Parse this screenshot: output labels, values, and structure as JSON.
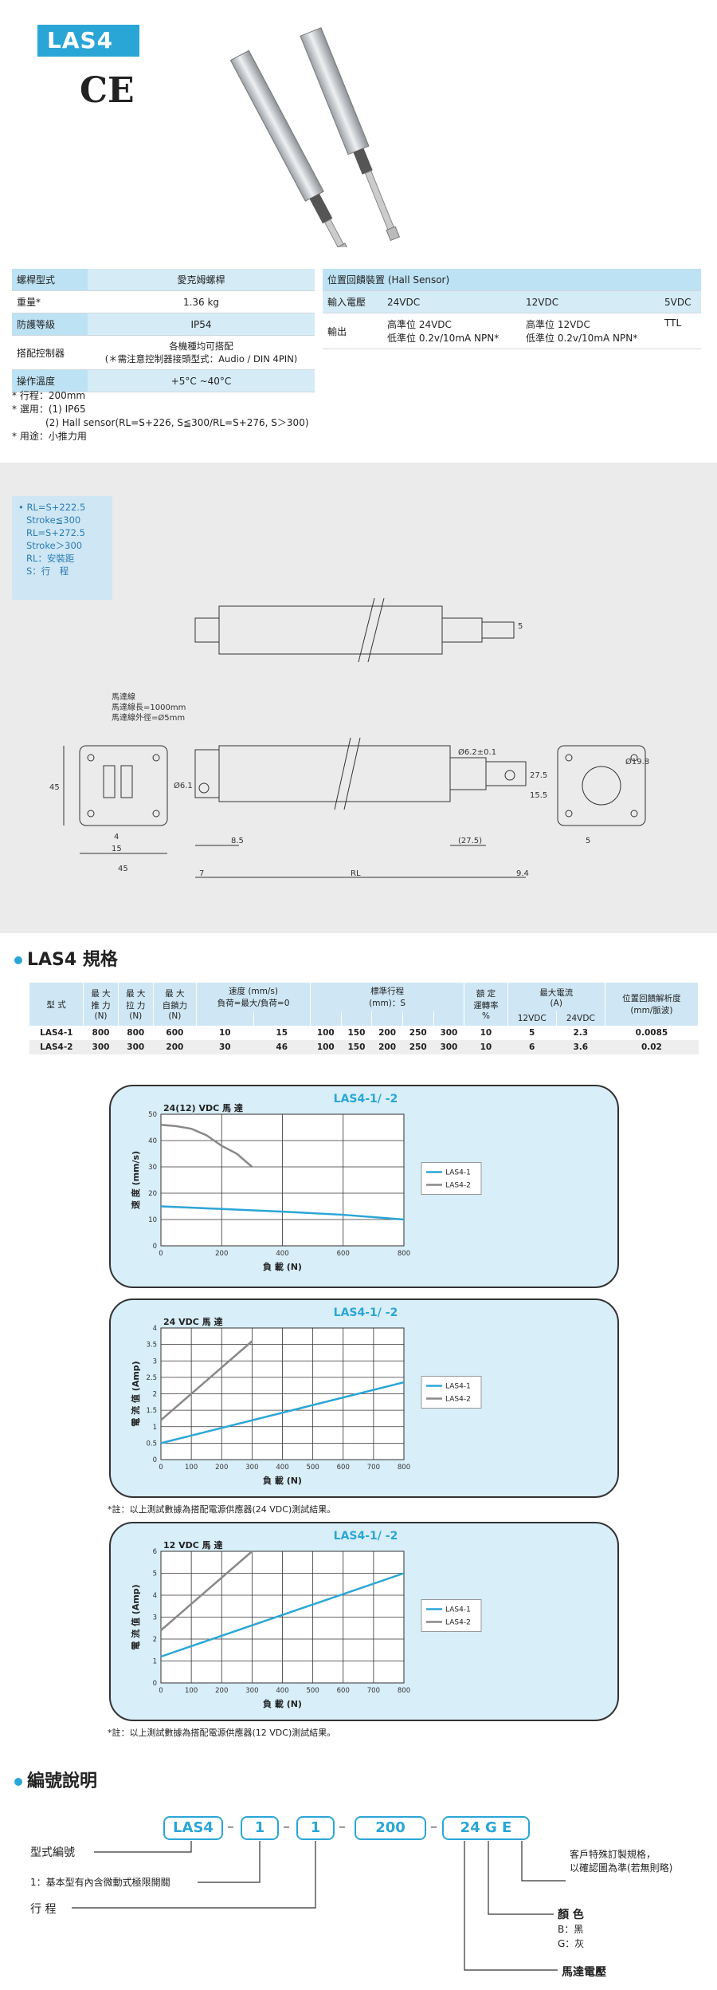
{
  "header": {
    "model": "LAS4",
    "cert": "CE"
  },
  "spec_left": {
    "rows": [
      {
        "label": "螺桿型式",
        "value": "愛克姆螺桿"
      },
      {
        "label": "重量*",
        "value": "1.36 kg"
      },
      {
        "label": "防護等級",
        "value": "IP54"
      },
      {
        "label": "搭配控制器",
        "value": "各機種均可搭配",
        "value2": "(＊需注意控制器接頭型式：Audio / DIN 4PIN)"
      },
      {
        "label": "操作溫度",
        "value": "+5°C ~40°C"
      }
    ]
  },
  "spec_right": {
    "title": "位置回饋裝置 (Hall Sensor)",
    "input_label": "輸入電壓",
    "inputs": [
      "24VDC",
      "12VDC",
      "5VDC"
    ],
    "output_label": "輸出",
    "outputs": [
      {
        "l1": "高準位 24VDC",
        "l2": "低準位 0.2v/10mA NPN*"
      },
      {
        "l1": "高準位 12VDC",
        "l2": "低準位 0.2v/10mA NPN*"
      },
      {
        "l1": "TTL",
        "l2": ""
      }
    ]
  },
  "notes": {
    "n1": "* 行程：200mm",
    "n2": "* 選用：(1) IP65",
    "n3": "(2) Hall sensor(RL=S+226, S≦300/RL=S+276, S＞300)",
    "n4": "* 用途：小推力用"
  },
  "drawing": {
    "note_lines": [
      "• RL=S+222.5",
      "Stroke≦300",
      "RL=S+272.5",
      "Stroke＞300",
      "RL：安裝距",
      "S：行　程"
    ],
    "motor_labels": [
      "馬達線",
      "馬達線長=1000mm",
      "馬達線外徑=Ø5mm"
    ],
    "dims": {
      "d5": "5",
      "d45": "45",
      "d4": "4",
      "d15": "15",
      "d45b": "45",
      "d61": "Ø6.1",
      "d85": "8.5",
      "d7": "7",
      "rl": "RL",
      "d62": "Ø6.2±0.1",
      "d275": "27.5",
      "d155": "15.5",
      "d275b": "(27.5)",
      "d94": "9.4",
      "d198": "Ø19.8",
      "d5b": "5"
    }
  },
  "spec_section": {
    "title": "LAS4 規格",
    "headers": {
      "type": "型 式",
      "push": "最 大\n推 力\n(N)",
      "pull": "最 大\n拉 力\n(N)",
      "lock": "最 大\n自鎖力\n(N)",
      "speed": "速度 (mm/s)",
      "speed_sub": "負荷=最大/負荷=0",
      "stroke": "標準行程",
      "stroke_unit": "(mm)：S",
      "duty": "額 定\n運轉率\n%",
      "current": "最大電流",
      "current_unit": "(A)",
      "c12": "12VDC",
      "c24": "24VDC",
      "res": "位置回饋解析度",
      "res_unit": "(mm/脈波)"
    },
    "rows": [
      {
        "type": "LAS4-1",
        "push": "800",
        "pull": "800",
        "lock": "600",
        "s1": "10",
        "s2": "15",
        "strokes": [
          "100",
          "150",
          "200",
          "250",
          "300"
        ],
        "duty": "10",
        "c12": "5",
        "c24": "2.3",
        "res": "0.0085"
      },
      {
        "type": "LAS4-2",
        "push": "300",
        "pull": "300",
        "lock": "200",
        "s1": "30",
        "s2": "46",
        "strokes": [
          "100",
          "150",
          "200",
          "250",
          "300"
        ],
        "duty": "10",
        "c12": "6",
        "c24": "3.6",
        "res": "0.02"
      }
    ]
  },
  "chart_data": [
    {
      "type": "line",
      "title": "LAS4-1/ -2",
      "subtitle": "24(12) VDC 馬 達",
      "xlabel": "負 載 (N)",
      "ylabel": "速 度 (mm/s)",
      "xlim": [
        0,
        800
      ],
      "ylim": [
        0,
        50
      ],
      "xticks": [
        0,
        200,
        400,
        600,
        800
      ],
      "yticks": [
        0,
        10,
        20,
        30,
        40,
        50
      ],
      "legend_position": "right",
      "series": [
        {
          "name": "LAS4-1",
          "color": "#2aa6d6",
          "x": [
            0,
            200,
            400,
            600,
            800
          ],
          "y": [
            15,
            14,
            13,
            11.8,
            10
          ]
        },
        {
          "name": "LAS4-2",
          "color": "#888888",
          "x": [
            0,
            50,
            100,
            150,
            200,
            250,
            300
          ],
          "y": [
            46,
            45.5,
            44.5,
            42,
            38,
            35,
            30
          ]
        }
      ]
    },
    {
      "type": "line",
      "title": "LAS4-1/ -2",
      "subtitle": "24 VDC 馬 達",
      "xlabel": "負 載 (N)",
      "ylabel": "電 流 值 (Amp)",
      "xlim": [
        0,
        800
      ],
      "ylim": [
        0,
        4
      ],
      "xticks": [
        0,
        100,
        200,
        300,
        400,
        500,
        600,
        700,
        800
      ],
      "yticks": [
        0,
        0.5,
        1,
        1.5,
        2,
        2.5,
        3,
        3.5,
        4
      ],
      "legend_position": "right",
      "series": [
        {
          "name": "LAS4-1",
          "color": "#2aa6d6",
          "x": [
            0,
            800
          ],
          "y": [
            0.5,
            2.35
          ]
        },
        {
          "name": "LAS4-2",
          "color": "#888888",
          "x": [
            0,
            300
          ],
          "y": [
            1.2,
            3.6
          ]
        }
      ]
    },
    {
      "type": "line",
      "title": "LAS4-1/ -2",
      "subtitle": "12 VDC 馬 達",
      "xlabel": "負 載 (N)",
      "ylabel": "電 流 值 (Amp)",
      "xlim": [
        0,
        800
      ],
      "ylim": [
        0,
        6
      ],
      "xticks": [
        0,
        100,
        200,
        300,
        400,
        500,
        600,
        700,
        800
      ],
      "yticks": [
        0,
        1,
        2,
        3,
        4,
        5,
        6
      ],
      "legend_position": "right",
      "series": [
        {
          "name": "LAS4-1",
          "color": "#2aa6d6",
          "x": [
            0,
            800
          ],
          "y": [
            1.2,
            5
          ]
        },
        {
          "name": "LAS4-2",
          "color": "#888888",
          "x": [
            0,
            300
          ],
          "y": [
            2.4,
            6
          ]
        }
      ]
    }
  ],
  "chart_notes": [
    "*註：以上測試數據為搭配電源供應器(24 VDC)測試結果。",
    "*註：以上測試數據為搭配電源供應器(12 VDC)測試結果。"
  ],
  "ordering": {
    "title": "編號說明",
    "codes": [
      "LAS4",
      "1",
      "1",
      "200",
      "24 G  E"
    ],
    "labels": {
      "type_code": "型式編號",
      "limit": "1：基本型有內含微動式極限開關",
      "stroke": "行 程",
      "custom1": "客戶特殊訂製規格，",
      "custom2": "以確認圖為準(若無則略)",
      "color": "顏 色",
      "black": "B：黑",
      "gray": "G：灰",
      "voltage": "馬達電壓"
    }
  }
}
